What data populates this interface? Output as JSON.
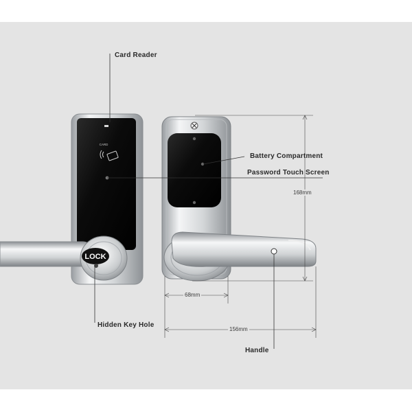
{
  "callouts": {
    "card_reader": "Card Reader",
    "battery_compartment": "Battery Compartment",
    "password_touch_screen": "Password Touch Screen",
    "hidden_key_hole": "Hidden Key Hole",
    "handle": "Handle"
  },
  "dimensions": {
    "height": "168mm",
    "backplate_width": "68mm",
    "total_length": "156mm"
  },
  "device_labels": {
    "card_text": "CARD",
    "lock_text": "LOCK"
  },
  "colors": {
    "background": "#e4e4e4",
    "panel_black": "#0d0d0d",
    "chrome": "#cfd2d4",
    "leader": "#333333"
  },
  "icons": [
    "card-tap-icon",
    "led-indicator-icon",
    "screw-icon"
  ]
}
